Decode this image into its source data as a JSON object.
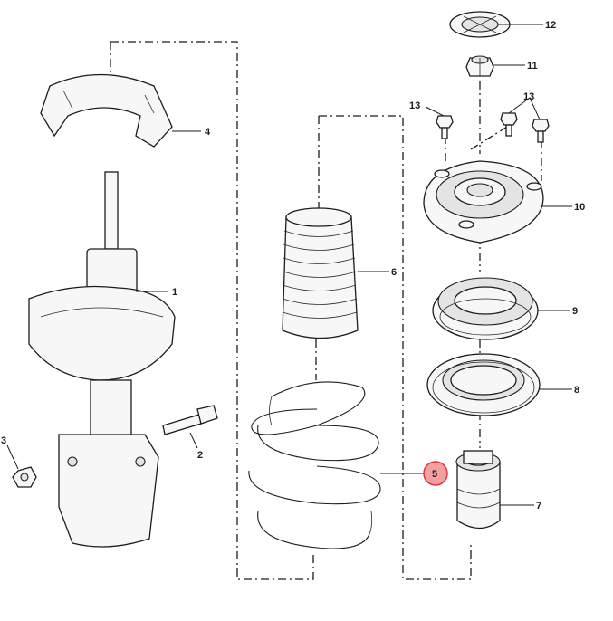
{
  "callouts": [
    {
      "id": "1",
      "label": "1"
    },
    {
      "id": "2",
      "label": "2"
    },
    {
      "id": "3",
      "label": "3"
    },
    {
      "id": "4",
      "label": "4"
    },
    {
      "id": "5",
      "label": "5",
      "highlighted": true
    },
    {
      "id": "6",
      "label": "6"
    },
    {
      "id": "7",
      "label": "7"
    },
    {
      "id": "8",
      "label": "8"
    },
    {
      "id": "9",
      "label": "9"
    },
    {
      "id": "10",
      "label": "10"
    },
    {
      "id": "11",
      "label": "11"
    },
    {
      "id": "12",
      "label": "12"
    },
    {
      "id": "13a",
      "label": "13"
    },
    {
      "id": "13b",
      "label": "13"
    }
  ],
  "colors": {
    "highlight_fill": "#f4a0a0",
    "highlight_stroke": "#d63a3a",
    "line": "#1c1c1c",
    "background": "#ffffff"
  }
}
